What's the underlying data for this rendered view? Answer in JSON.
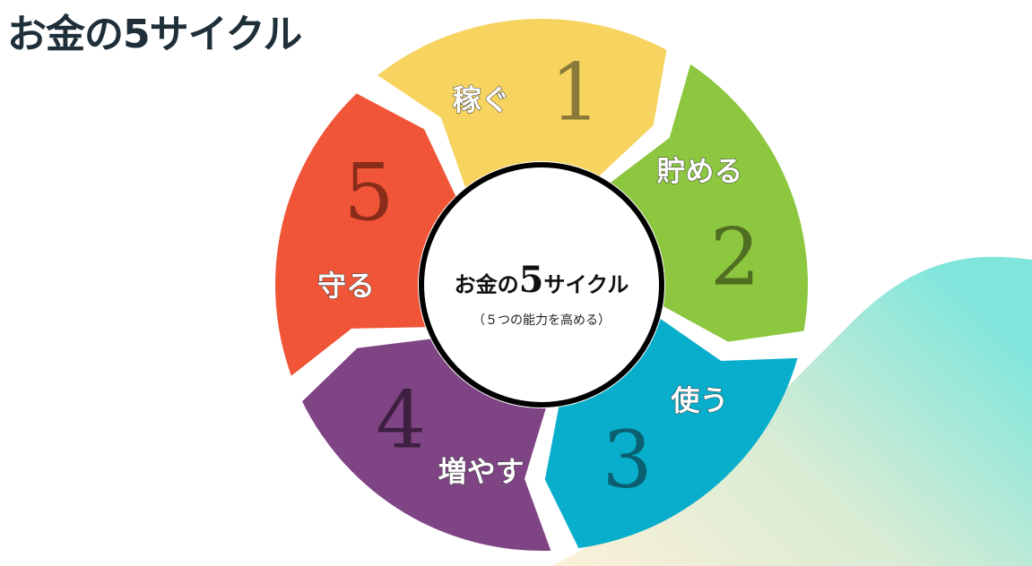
{
  "title": "お金の5サイクル",
  "center": {
    "main_prefix": "お金の",
    "main_number": "5",
    "main_suffix": "サイクル",
    "subtitle": "（５つの能力を高める）"
  },
  "segments": [
    {
      "number": "1",
      "label": "稼ぐ",
      "color": "#f7d35f",
      "num_color": "#8a7a3a"
    },
    {
      "number": "2",
      "label": "貯める",
      "color": "#8dc63f",
      "num_color": "#4f6e22"
    },
    {
      "number": "3",
      "label": "使う",
      "color": "#08aecb",
      "num_color": "#0a6070"
    },
    {
      "number": "4",
      "label": "増やす",
      "color": "#7f4484",
      "num_color": "#3e1f42"
    },
    {
      "number": "5",
      "label": "守る",
      "color": "#f15537",
      "num_color": "#8a2c1a"
    }
  ]
}
